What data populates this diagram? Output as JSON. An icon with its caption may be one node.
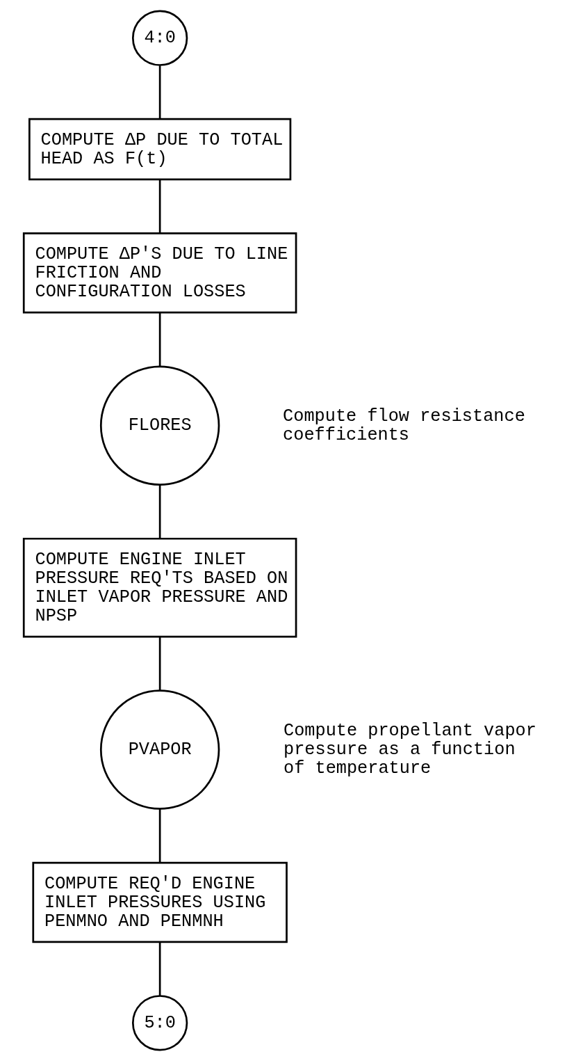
{
  "diagram": {
    "nodes": [
      {
        "text": [
          "4:0"
        ]
      },
      {
        "text": [
          "COMPUTE ΔP DUE TO TOTAL HEAD AS F(t)"
        ]
      },
      {
        "text": [
          "COMPUTE ΔP'S DUE TO LINE FRICTION AND CONFIGURATION LOSSES"
        ]
      },
      {
        "text": [
          "FLORES"
        ],
        "beside": [
          "Compute flow resistance coefficients"
        ]
      },
      {
        "text": [
          "COMPUTE ENGINE INLET PRESSURE REQ'TS BASED ON INLET VAPOR PRESSURE AND NPSP"
        ]
      },
      {
        "text": [
          "PVAPOR"
        ],
        "beside": [
          "Compute propellant vapor pressure as a function of temperature"
        ]
      },
      {
        "text": [
          "COMPUTE REQ'D ENGINE INLET PRESSURES USING PENMNO AND PENMNH"
        ]
      },
      {
        "text": [
          "5:0"
        ]
      }
    ],
    "edges": [
      {
        "from": 0,
        "to": 1,
        "arrow": "none"
      },
      {
        "from": 1,
        "to": 2,
        "arrow": "none"
      },
      {
        "from": 2,
        "to": 3,
        "arrow": "none"
      },
      {
        "from": 3,
        "to": 4,
        "arrow": "none"
      },
      {
        "from": 4,
        "to": 5,
        "arrow": "none"
      },
      {
        "from": 5,
        "to": 6,
        "arrow": "none"
      },
      {
        "from": 6,
        "to": 7,
        "arrow": "none"
      }
    ]
  }
}
